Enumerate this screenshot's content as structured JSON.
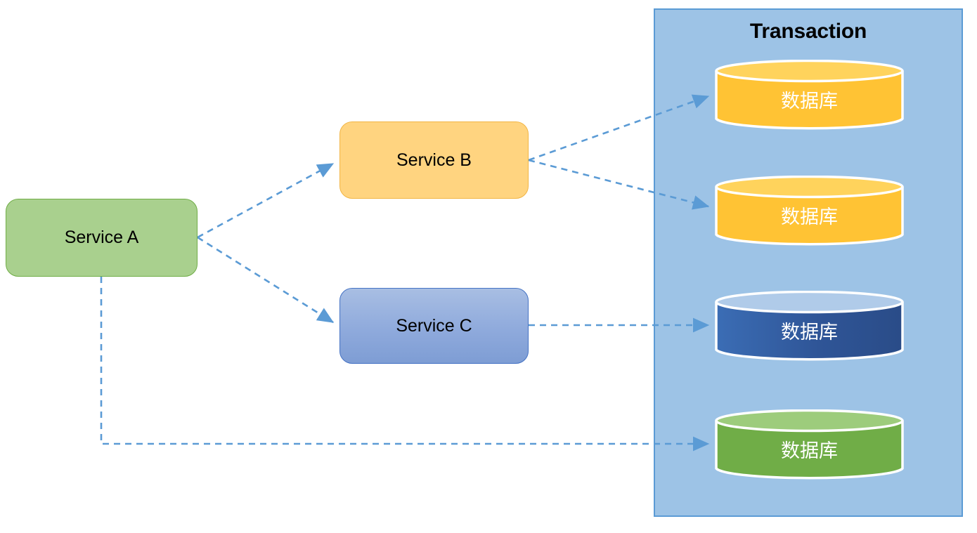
{
  "diagram": {
    "title_panel": {
      "label": "Transaction",
      "background_color": "#9DC3E6",
      "border_color": "#5B9BD5"
    },
    "services": [
      {
        "id": "service-a",
        "label": "Service A",
        "fill_color": "#A9D08E",
        "border_color": "#70AD47"
      },
      {
        "id": "service-b",
        "label": "Service B",
        "fill_color": "#FFD480",
        "border_color": "#F2B544"
      },
      {
        "id": "service-c",
        "label": "Service C",
        "fill_color": "#8FAADC",
        "border_color": "#4472C4"
      }
    ],
    "databases": [
      {
        "id": "database-1",
        "label": "数据库",
        "body_color": "#FFC334",
        "top_color": "#FFD35C",
        "border_color": "#FFFFFF",
        "owner": "service-b"
      },
      {
        "id": "database-2",
        "label": "数据库",
        "body_color": "#FFC334",
        "top_color": "#FFD35C",
        "border_color": "#FFFFFF",
        "owner": "service-b"
      },
      {
        "id": "database-3",
        "label": "数据库",
        "body_color": "#2F5597",
        "top_color": "#B0CBE9",
        "border_color": "#FFFFFF",
        "owner": "service-c"
      },
      {
        "id": "database-4",
        "label": "数据库",
        "body_color": "#70AD47",
        "top_color": "#9DCC7C",
        "border_color": "#FFFFFF",
        "owner": "service-a"
      }
    ],
    "connectors": {
      "line_color": "#5B9BD5",
      "style": "dashed",
      "arrow_type": "solid-triangle",
      "edges": [
        {
          "from": "service-a",
          "to": "service-b"
        },
        {
          "from": "service-a",
          "to": "service-c"
        },
        {
          "from": "service-a",
          "to": "database-4"
        },
        {
          "from": "service-b",
          "to": "database-1"
        },
        {
          "from": "service-b",
          "to": "database-2"
        },
        {
          "from": "service-c",
          "to": "database-3"
        }
      ]
    }
  }
}
